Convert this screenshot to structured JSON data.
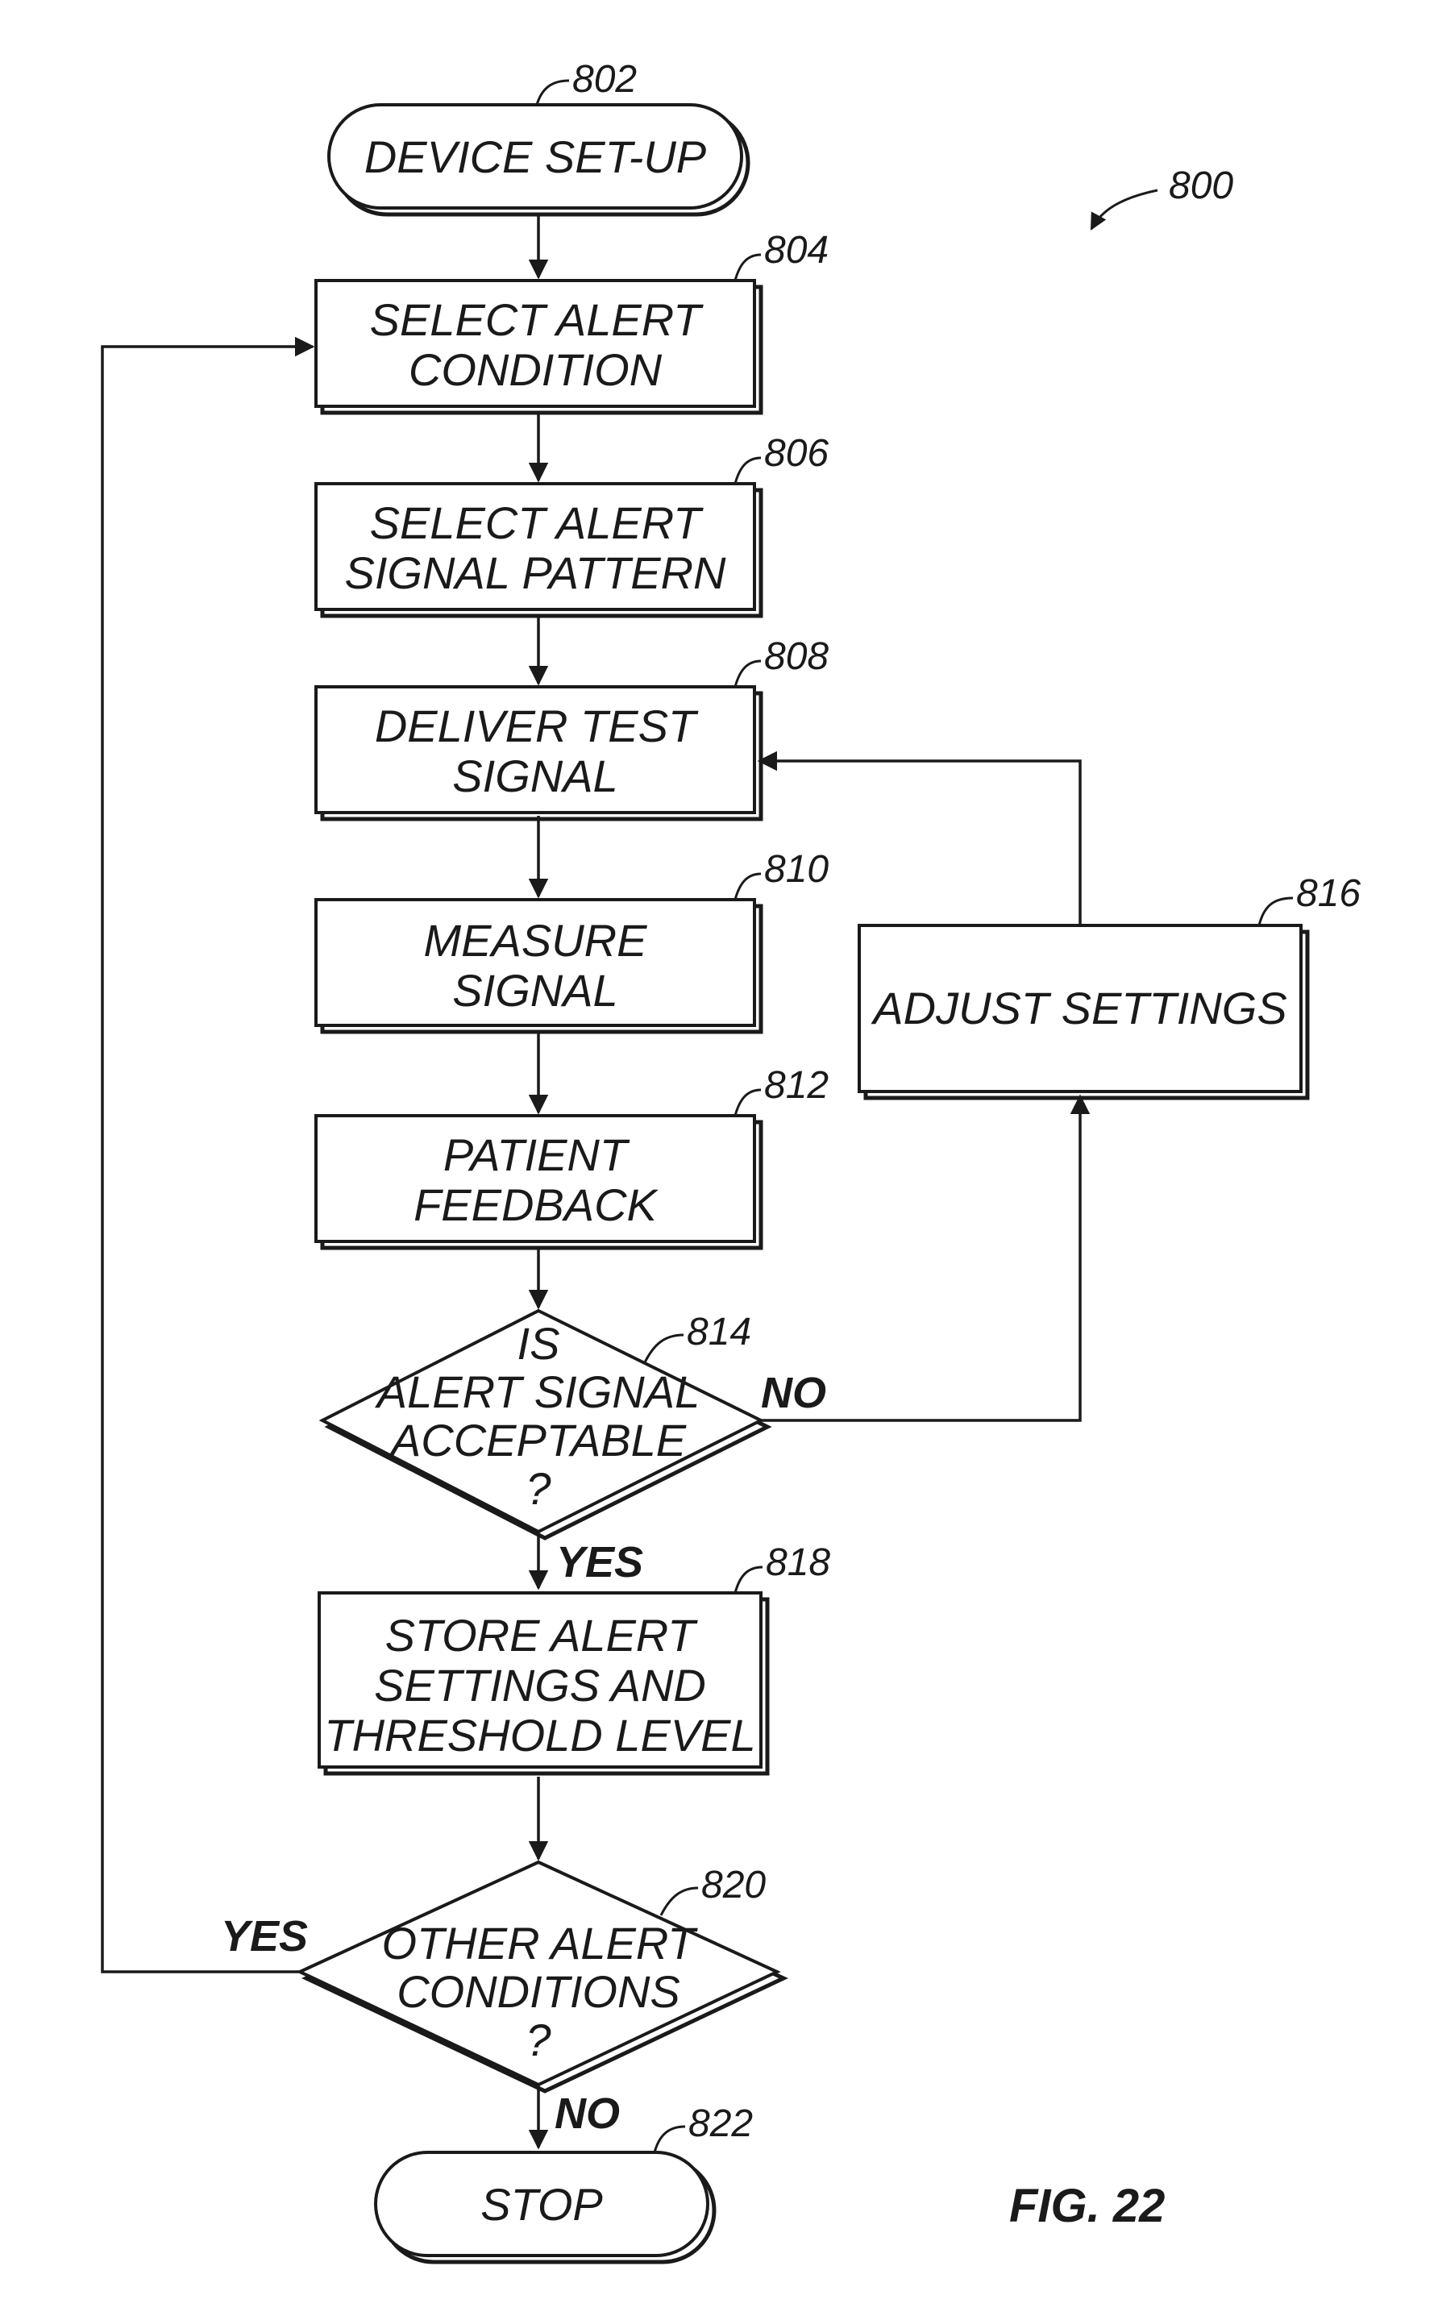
{
  "figure": {
    "reference": "800",
    "caption": "FIG. 22"
  },
  "nodes": {
    "start": {
      "ref": "802",
      "lines": [
        "DEVICE SET-UP"
      ]
    },
    "select_condition": {
      "ref": "804",
      "lines": [
        "SELECT ALERT",
        "CONDITION"
      ]
    },
    "select_pattern": {
      "ref": "806",
      "lines": [
        "SELECT ALERT",
        "SIGNAL PATTERN"
      ]
    },
    "deliver_test": {
      "ref": "808",
      "lines": [
        "DELIVER TEST",
        "SIGNAL"
      ]
    },
    "measure": {
      "ref": "810",
      "lines": [
        "MEASURE",
        "SIGNAL"
      ]
    },
    "feedback": {
      "ref": "812",
      "lines": [
        "PATIENT",
        "FEEDBACK"
      ]
    },
    "acceptable": {
      "ref": "814",
      "lines": [
        "IS",
        "ALERT SIGNAL",
        "ACCEPTABLE",
        "?"
      ]
    },
    "adjust": {
      "ref": "816",
      "lines": [
        "ADJUST SETTINGS"
      ]
    },
    "store": {
      "ref": "818",
      "lines": [
        "STORE ALERT",
        "SETTINGS AND",
        "THRESHOLD LEVEL"
      ]
    },
    "other": {
      "ref": "820",
      "lines": [
        "OTHER ALERT",
        "CONDITIONS",
        "?"
      ]
    },
    "stop": {
      "ref": "822",
      "lines": [
        "STOP"
      ]
    }
  },
  "branches": {
    "acceptable_no": "NO",
    "acceptable_yes": "YES",
    "other_yes": "YES",
    "other_no": "NO"
  }
}
